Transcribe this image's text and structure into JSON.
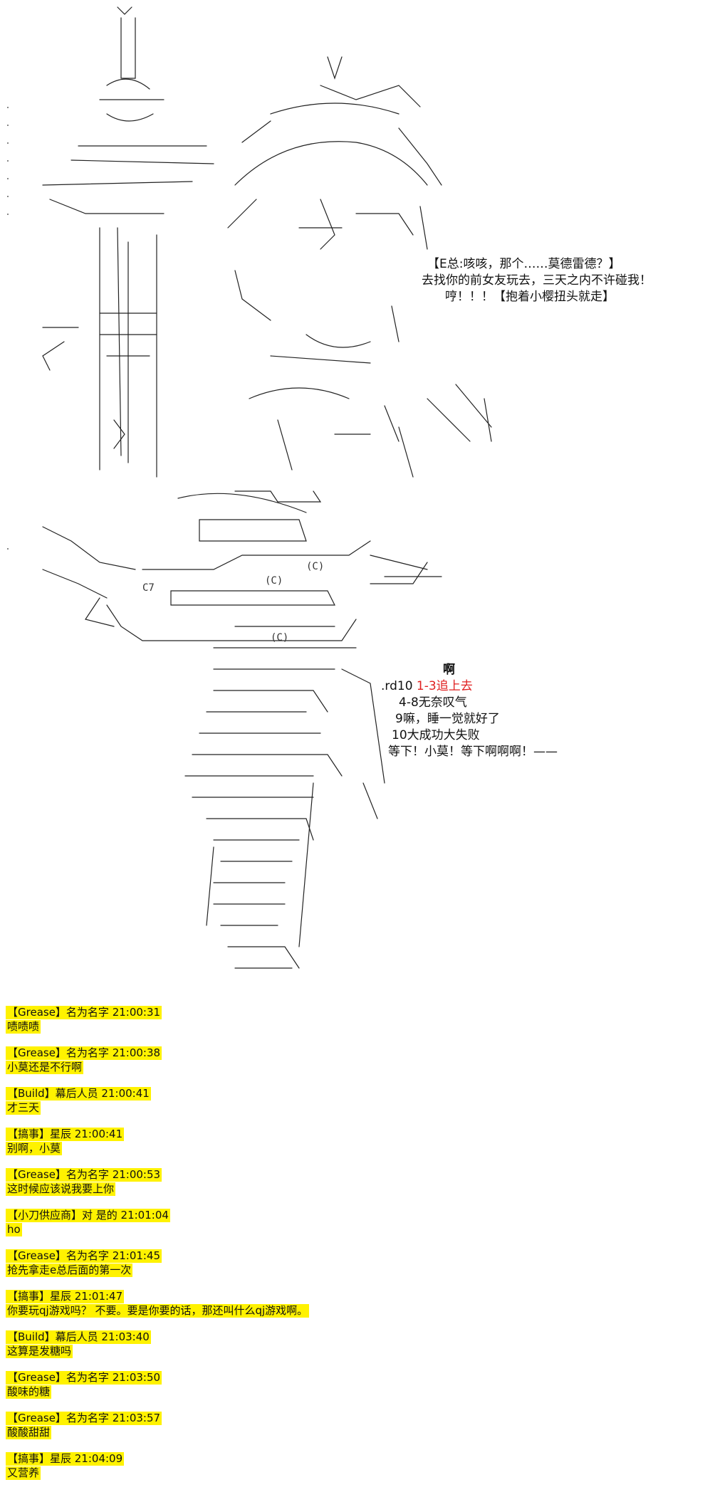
{
  "dialogue_top": [
    "【E总:咳咳，那个……莫德雷德？】",
    "去找你的前女友玩去，三天之内不许碰我！",
    "哼！！！【抱着小樱扭头就走】"
  ],
  "dice_block": {
    "exclaim": "啊",
    "roll_prefix": ".rd10 ",
    "roll_hl": "1-3追上去",
    "line2": "4-8无奈叹气",
    "line3": "9嘛，睡一觉就好了",
    "line4": "10大成功大失败",
    "line5": "等下！小莫！等下啊啊啊！——"
  },
  "chat": [
    {
      "meta": "【Grease】名为名字 21:00:31",
      "text": "啧啧啧"
    },
    {
      "meta": "【Grease】名为名字 21:00:38",
      "text": "小莫还是不行啊"
    },
    {
      "meta": "【Build】幕后人员 21:00:41",
      "text": "才三天"
    },
    {
      "meta": "【搞事】星辰 21:00:41",
      "text": "别啊，小莫"
    },
    {
      "meta": "【Grease】名为名字 21:00:53",
      "text": "这时候应该说我要上你"
    },
    {
      "meta": "【小刀供应商】对 是的 21:01:04",
      "text": "ho"
    },
    {
      "meta": "【Grease】名为名字 21:01:45",
      "text": "抢先拿走e总后面的第一次"
    },
    {
      "meta": "【搞事】星辰 21:01:47",
      "text": "你要玩qj游戏吗？ 不要。要是你要的话，那还叫什么qj游戏啊。"
    },
    {
      "meta": "【Build】幕后人员 21:03:40",
      "text": "这算是发糖吗"
    },
    {
      "meta": "【Grease】名为名字 21:03:50",
      "text": "酸味的糖"
    },
    {
      "meta": "【Grease】名为名字 21:03:57",
      "text": "酸酸甜甜"
    },
    {
      "meta": "【搞事】星辰 21:04:09",
      "text": "又营养"
    }
  ]
}
